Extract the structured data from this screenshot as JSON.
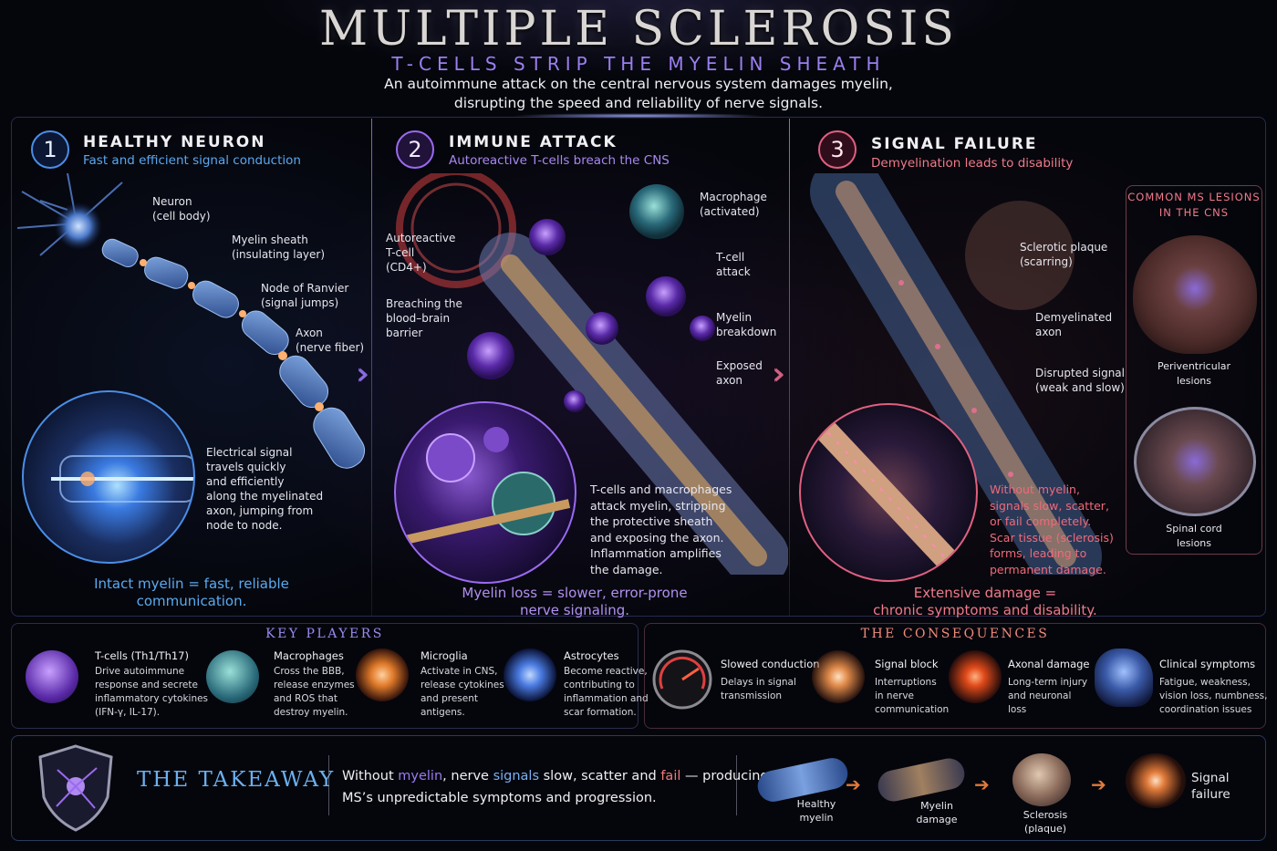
{
  "header": {
    "title": "MULTIPLE SCLEROSIS",
    "subtitle": "T-CELLS STRIP THE MYELIN SHEATH",
    "intro_line1": "An autoimmune attack on the central nervous system damages myelin,",
    "intro_line2": "disrupting the speed and reliability of nerve signals."
  },
  "sections": [
    {
      "number": "1",
      "title": "HEALTHY NEURON",
      "subtitle": "Fast and efficient signal conduction",
      "labels": [
        {
          "l1": "Neuron",
          "l2": "(cell body)"
        },
        {
          "l1": "Myelin sheath",
          "l2": "(insulating layer)"
        },
        {
          "l1": "Node of Ranvier",
          "l2": "(signal jumps)"
        },
        {
          "l1": "Axon",
          "l2": "(nerve fiber)"
        }
      ],
      "inset_text": [
        "Electrical signal",
        "travels quickly",
        "and efficiently",
        "along the myelinated",
        "axon, jumping from",
        "node to node."
      ],
      "caption_l1": "Intact myelin = fast, reliable",
      "caption_l2": "communication."
    },
    {
      "number": "2",
      "title": "IMMUNE ATTACK",
      "subtitle": "Autoreactive T-cells breach the CNS",
      "labels": [
        {
          "l1": "Autoreactive",
          "l2": "T-cell",
          "l3": "(CD4+)"
        },
        {
          "l1": "Breaching the",
          "l2": "blood–brain",
          "l3": "barrier"
        },
        {
          "l1": "Macrophage",
          "l2": "(activated)"
        },
        {
          "l1": "T-cell",
          "l2": "attack"
        },
        {
          "l1": "Myelin",
          "l2": "breakdown"
        },
        {
          "l1": "Exposed",
          "l2": "axon"
        }
      ],
      "inset_text": [
        "T-cells and macrophages",
        "attack myelin, stripping",
        "the protective sheath",
        "and exposing the axon.",
        "Inflammation amplifies",
        "the damage."
      ],
      "caption_l1": "Myelin loss = slower, error-prone",
      "caption_l2": "nerve signaling."
    },
    {
      "number": "3",
      "title": "SIGNAL FAILURE",
      "subtitle": "Demyelination leads to disability",
      "labels": [
        {
          "l1": "Sclerotic plaque",
          "l2": "(scarring)"
        },
        {
          "l1": "Demyelinated",
          "l2": "axon"
        },
        {
          "l1": "Disrupted signal",
          "l2": "(weak and slow)"
        }
      ],
      "inset_text": [
        "Without myelin,",
        "signals slow, scatter,",
        "or fail completely.",
        "Scar tissue (sclerosis)",
        "forms, leading to",
        "permanent damage."
      ],
      "caption_l1": "Extensive damage =",
      "caption_l2": "chronic symptoms and disability."
    }
  ],
  "lesions": {
    "title_l1": "COMMON MS LESIONS",
    "title_l2": "IN THE CNS",
    "brain_l1": "Periventricular",
    "brain_l2": "lesions",
    "spine_l1": "Spinal cord",
    "spine_l2": "lesions"
  },
  "key_players": {
    "title": "KEY PLAYERS",
    "items": [
      {
        "title": "T-cells (Th1/Th17)",
        "text": [
          "Drive autoimmune",
          "response and secrete",
          "inflammatory cytokines",
          "(IFN-γ, IL-17)."
        ],
        "color": "#8a5ad8"
      },
      {
        "title": "Macrophages",
        "text": [
          "Cross the BBB,",
          "release enzymes",
          "and ROS that",
          "destroy myelin."
        ],
        "color": "#3aa6a0"
      },
      {
        "title": "Microglia",
        "text": [
          "Activate in CNS,",
          "release cytokines",
          "and present",
          "antigens."
        ],
        "color": "#e07a2a"
      },
      {
        "title": "Astrocytes",
        "text": [
          "Become reactive,",
          "contributing to",
          "inflammation and",
          "scar formation."
        ],
        "color": "#4a7ae0"
      }
    ]
  },
  "consequences": {
    "title": "THE CONSEQUENCES",
    "items": [
      {
        "title": "Slowed conduction",
        "text": [
          "Delays in signal",
          "transmission"
        ],
        "icon": "gauge-icon"
      },
      {
        "title": "Signal block",
        "text": [
          "Interruptions",
          "in nerve",
          "communication"
        ],
        "icon": "neuron-icon"
      },
      {
        "title": "Axonal damage",
        "text": [
          "Long-term injury",
          "and neuronal",
          "loss"
        ],
        "icon": "damaged-neuron-icon"
      },
      {
        "title": "Clinical symptoms",
        "text": [
          "Fatigue, weakness,",
          "vision loss, numbness,",
          "coordination issues"
        ],
        "icon": "head-icon"
      }
    ]
  },
  "takeaway": {
    "title": "THE TAKEAWAY",
    "line1_parts": [
      "Without ",
      "myelin",
      ", nerve ",
      "signals",
      " slow, scatter and ",
      "fail",
      " — producing"
    ],
    "line2": "MS’s unpredictable symptoms and progression.",
    "steps": [
      {
        "l1": "Healthy",
        "l2": "myelin"
      },
      {
        "l1": "Myelin",
        "l2": "damage"
      },
      {
        "l1": "Sclerosis",
        "l2": "(plaque)"
      },
      {
        "l1": "Signal",
        "l2": "failure"
      }
    ]
  },
  "colors": {
    "section1": "#4a8ee8",
    "section2": "#9a6af0",
    "section3": "#e06080",
    "takeaway_title": "#6ab0f0"
  }
}
